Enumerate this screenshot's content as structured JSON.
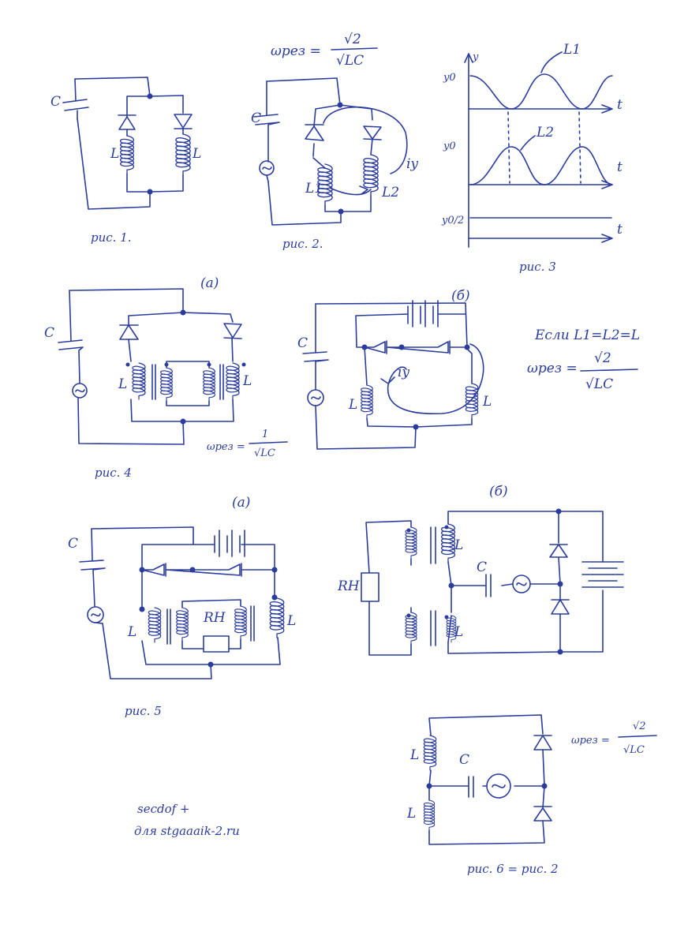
{
  "colors": {
    "ink": "#2a3c9e",
    "paper": "#ffffff"
  },
  "fig1": {
    "caption": "рис. 1.",
    "cap_label": "C",
    "coil_left_label": "L",
    "coil_right_label": "L"
  },
  "fig2": {
    "formula_lhs": "ωрез =",
    "formula_num": "√2",
    "formula_den": "√LC",
    "caption": "рис. 2.",
    "cap_label": "C",
    "l1": "L1",
    "l2": "L2",
    "current_label": "iy"
  },
  "fig3": {
    "caption": "рис. 3",
    "y0_top": "y0",
    "y_axis": "y",
    "t1": "t",
    "curve1": "L1",
    "y0_mid": "y0",
    "t2": "t",
    "curve2": "L2",
    "y0_half": "y0/2",
    "t3": "t"
  },
  "fig4": {
    "label_a": "(a)",
    "label_b": "(б)",
    "caption": "рис. 4",
    "cap_label_a": "C",
    "l_left_a": "L",
    "l_right_a": "L",
    "formula_a_lhs": "ωрез =",
    "formula_a_num": "1",
    "formula_a_den": "√LC",
    "cap_label_b": "C",
    "l_left_b": "L",
    "l_right_b": "L",
    "current_b": "iy"
  },
  "note": {
    "cond": "Если L1=L2=L",
    "lhs": "ωрез =",
    "num": "√2",
    "den": "√LC"
  },
  "fig5": {
    "label_a": "(a)",
    "label_b": "(б)",
    "caption": "рис. 5",
    "cap_label_a": "C",
    "l_left_a": "L",
    "l_right_a": "L",
    "load_a": "RH",
    "load_b": "RH",
    "l_top_b": "L",
    "l_bot_b": "L",
    "cap_label_b": "C"
  },
  "fig6": {
    "l_top": "L",
    "l_bot": "L",
    "cap_label": "C",
    "formula_lhs": "ωрез =",
    "formula_num": "√2",
    "formula_den": "√LC",
    "caption": "рис. 6 = рис. 2"
  },
  "credit": {
    "line1": "secdof +",
    "line2": "для stgaaaik-2.ru"
  }
}
